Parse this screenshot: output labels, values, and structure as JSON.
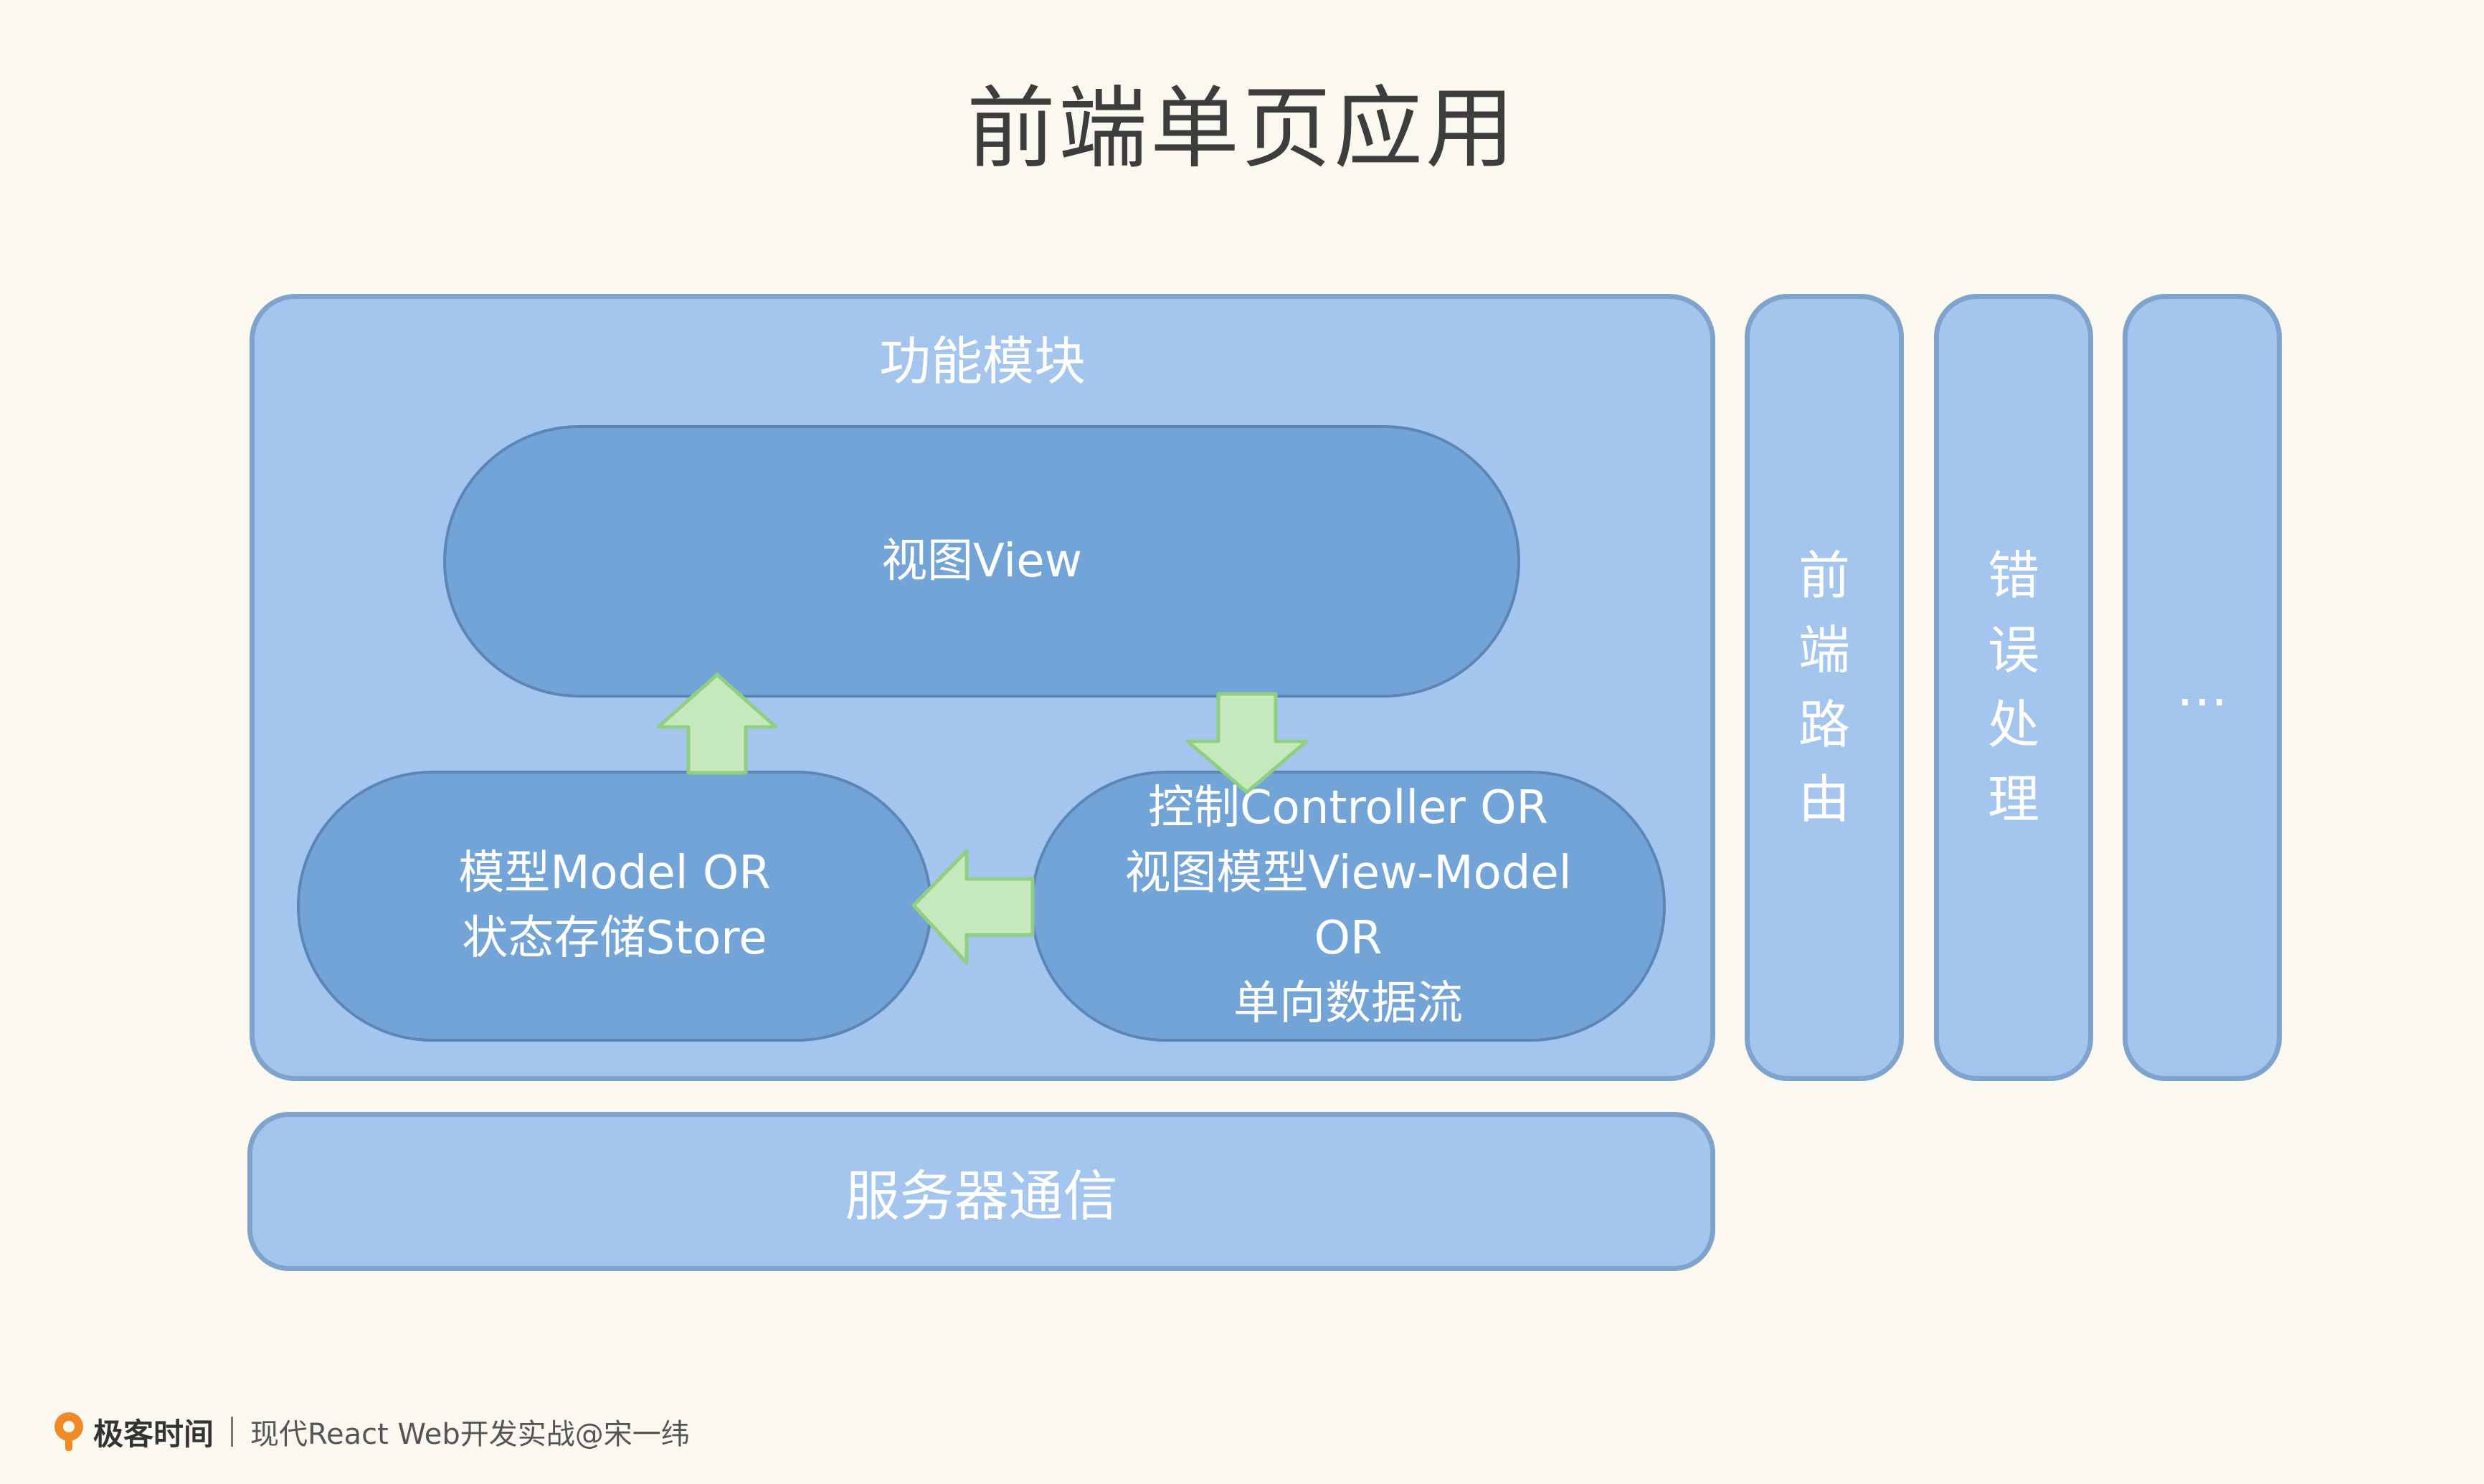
{
  "title": "前端单页应用",
  "function_module": {
    "label": "功能模块",
    "view": "视图View",
    "model_lines": [
      "模型Model OR",
      "状态存储Store"
    ],
    "controller_lines": [
      "控制Controller OR",
      "视图模型View-Model",
      "OR",
      "单向数据流"
    ]
  },
  "side_panels": {
    "router": "前\n端\n路\n由",
    "error": "错\n误\n处\n理",
    "more": "…"
  },
  "server": "服务器通信",
  "footer": {
    "brand": "极客时间",
    "course": "现代React Web开发实战@宋一纬"
  },
  "colors": {
    "background": "#fbf8f0",
    "panel": "#a4c6ee",
    "panel_border": "#7ea3cc",
    "oval": "#73a4d8",
    "arrow": "#c6e8bd",
    "arrow_border": "#8fcf82",
    "logo": "#f08a24"
  },
  "icons": [
    "up-arrow",
    "down-arrow",
    "left-arrow",
    "geektime-logo-icon"
  ]
}
